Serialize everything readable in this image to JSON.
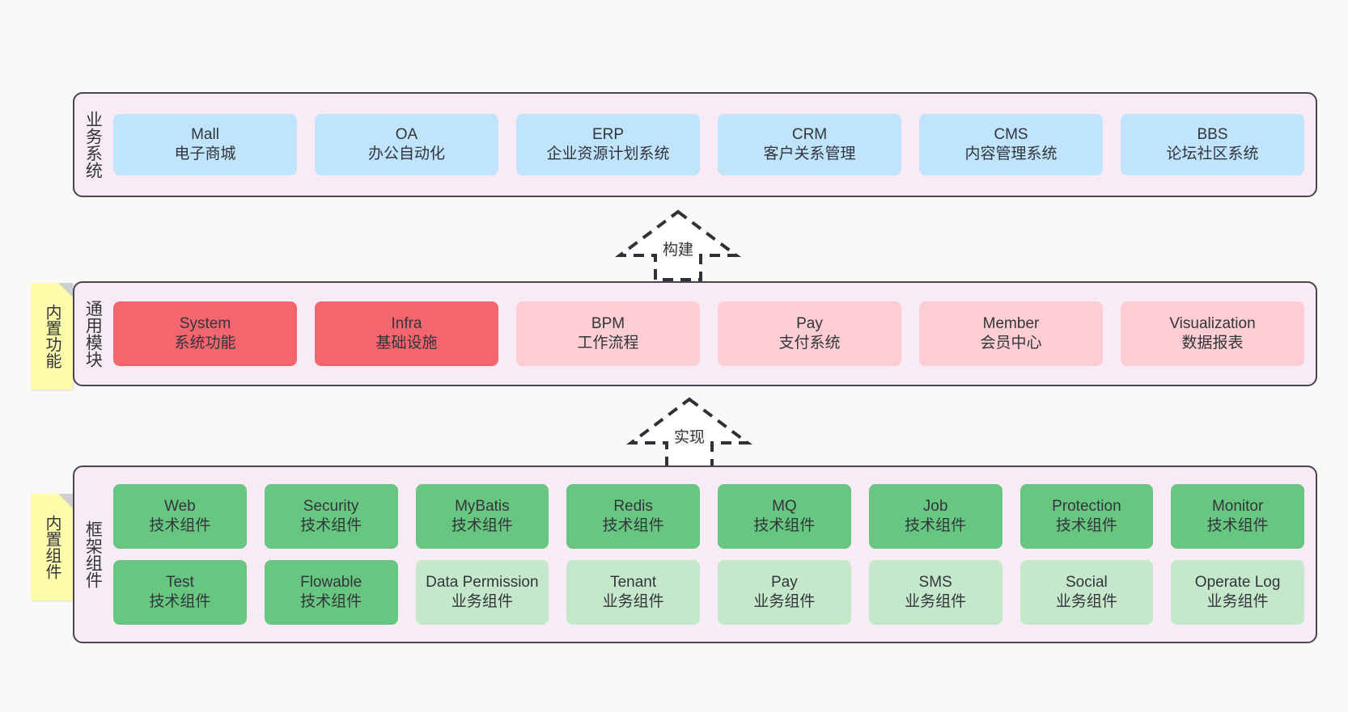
{
  "layers": [
    {
      "id": "business-system",
      "title": "业务系统",
      "rows": [
        {
          "cells": [
            {
              "l1": "Mall",
              "l2": "电子商城",
              "color": "#bfe4fb"
            },
            {
              "l1": "OA",
              "l2": "办公自动化",
              "color": "#bfe4fb"
            },
            {
              "l1": "ERP",
              "l2": "企业资源计划系统",
              "color": "#bfe4fb"
            },
            {
              "l1": "CRM",
              "l2": "客户关系管理",
              "color": "#bfe4fb"
            },
            {
              "l1": "CMS",
              "l2": "内容管理系统",
              "color": "#bfe4fb"
            },
            {
              "l1": "BBS",
              "l2": "论坛社区系统",
              "color": "#bfe4fb"
            }
          ]
        }
      ]
    },
    {
      "id": "common-module",
      "title": "通用模块",
      "note": "内置功能",
      "rows": [
        {
          "cells": [
            {
              "l1": "System",
              "l2": "系统功能",
              "color": "#f4666e"
            },
            {
              "l1": "Infra",
              "l2": "基础设施",
              "color": "#f4666e"
            },
            {
              "l1": "BPM",
              "l2": "工作流程",
              "color": "#fccdd3"
            },
            {
              "l1": "Pay",
              "l2": "支付系统",
              "color": "#fccdd3"
            },
            {
              "l1": "Member",
              "l2": "会员中心",
              "color": "#fccdd3"
            },
            {
              "l1": "Visualization",
              "l2": "数据报表",
              "color": "#fccdd3"
            }
          ]
        }
      ]
    },
    {
      "id": "framework-component",
      "title": "框架组件",
      "note": "内置组件",
      "rows": [
        {
          "cells": [
            {
              "l1": "Web",
              "l2": "技术组件",
              "color": "#67c780"
            },
            {
              "l1": "Security",
              "l2": "技术组件",
              "color": "#67c780"
            },
            {
              "l1": "MyBatis",
              "l2": "技术组件",
              "color": "#67c780"
            },
            {
              "l1": "Redis",
              "l2": "技术组件",
              "color": "#67c780"
            },
            {
              "l1": "MQ",
              "l2": "技术组件",
              "color": "#67c780"
            },
            {
              "l1": "Job",
              "l2": "技术组件",
              "color": "#67c780"
            },
            {
              "l1": "Protection",
              "l2": "技术组件",
              "color": "#67c780"
            },
            {
              "l1": "Monitor",
              "l2": "技术组件",
              "color": "#67c780"
            }
          ]
        },
        {
          "cells": [
            {
              "l1": "Test",
              "l2": "技术组件",
              "color": "#67c780"
            },
            {
              "l1": "Flowable",
              "l2": "技术组件",
              "color": "#67c780"
            },
            {
              "l1": "Data Permission",
              "l2": "业务组件",
              "color": "#c5e8cb"
            },
            {
              "l1": "Tenant",
              "l2": "业务组件",
              "color": "#c5e8cb"
            },
            {
              "l1": "Pay",
              "l2": "业务组件",
              "color": "#c5e8cb"
            },
            {
              "l1": "SMS",
              "l2": "业务组件",
              "color": "#c5e8cb"
            },
            {
              "l1": "Social",
              "l2": "业务组件",
              "color": "#c5e8cb"
            },
            {
              "l1": "Operate Log",
              "l2": "业务组件",
              "color": "#c5e8cb"
            }
          ]
        }
      ]
    }
  ],
  "connectors": [
    {
      "id": "build",
      "label": "构建"
    },
    {
      "id": "implement",
      "label": "实现"
    }
  ],
  "colors": {
    "panel_bg": "#f8ebf6",
    "panel_border": "#4a444b",
    "page_bg": "#f9f9f7",
    "note_bg": "#fdfcab",
    "note_fold": "#cfcfcf",
    "blue": "#bfe4fb",
    "red": "#f4666e",
    "pink": "#fccdd3",
    "green": "#67c780",
    "light_green": "#c5e8cb",
    "text": "#32353b"
  }
}
